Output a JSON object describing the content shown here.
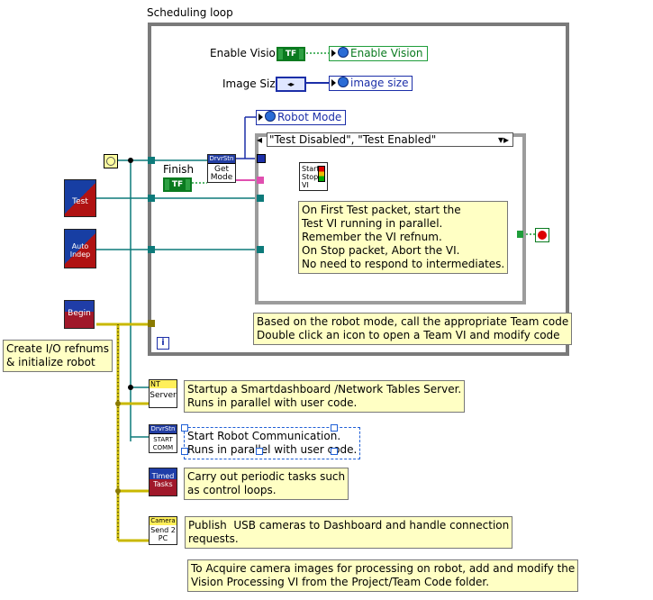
{
  "loop": {
    "title": "Scheduling loop"
  },
  "vision": {
    "enable_label": "Enable Vision",
    "enable_control_text": "TF",
    "enable_indicator": "Enable Vision",
    "size_label": "Image Size",
    "size_indicator": "image size"
  },
  "mode": {
    "robot_mode_indicator": "Robot Mode",
    "finish_label": "Finish",
    "finish_control_text": "TF",
    "get_mode_header": "DrvrStn",
    "get_mode_text": "Get Mode"
  },
  "case_structure": {
    "selector": "\"Test Disabled\", \"Test Enabled\"",
    "start_stop_text": "Start Stop VI",
    "note": "On First Test packet, start the\nTest VI running in parallel.\nRemember the VI refnum.\nOn Stop packet, Abort the VI.\nNo need to respond to intermediates."
  },
  "left_icons": {
    "test_label": "Test",
    "auto_label": "Auto Indep",
    "begin_label": "Begin"
  },
  "notes": {
    "create_io": "Create I/O refnums\n& initialize robot",
    "team_code": "Based on the robot mode, call the appropriate Team code\nDouble click an icon to open a Team VI and modify code",
    "nt_server": "Startup a Smartdashboard /Network Tables Server.\nRuns in parallel with user code.",
    "robot_comm": "Start Robot Communication.\nRuns in parallel with user code.",
    "timed_tasks": "Carry out periodic tasks such\nas control loops.",
    "cameras": "Publish  USB cameras to Dashboard and handle connection\nrequests.",
    "vision_processing": "To Acquire camera images for processing on robot, add and modify the\nVision Processing VI from the Project/Team Code folder."
  },
  "bottom_icons": {
    "nt_header": "NT",
    "nt_text": "Server",
    "comm_header": "DrvrStn",
    "comm_text": "START COMM",
    "timed_text": "Timed Tasks",
    "camera_header": "Camera",
    "camera_text": "Send 2 PC"
  },
  "colors": {
    "wire_blue": "#1c2fa8",
    "wire_teal": "#0d7a7a",
    "wire_green": "#1f9d3a",
    "wire_yellow": "#c9b800",
    "note_bg": "#ffffc4"
  },
  "icons": [
    "globe-icon",
    "stop-button-icon",
    "info-icon",
    "diamond-icon"
  ]
}
